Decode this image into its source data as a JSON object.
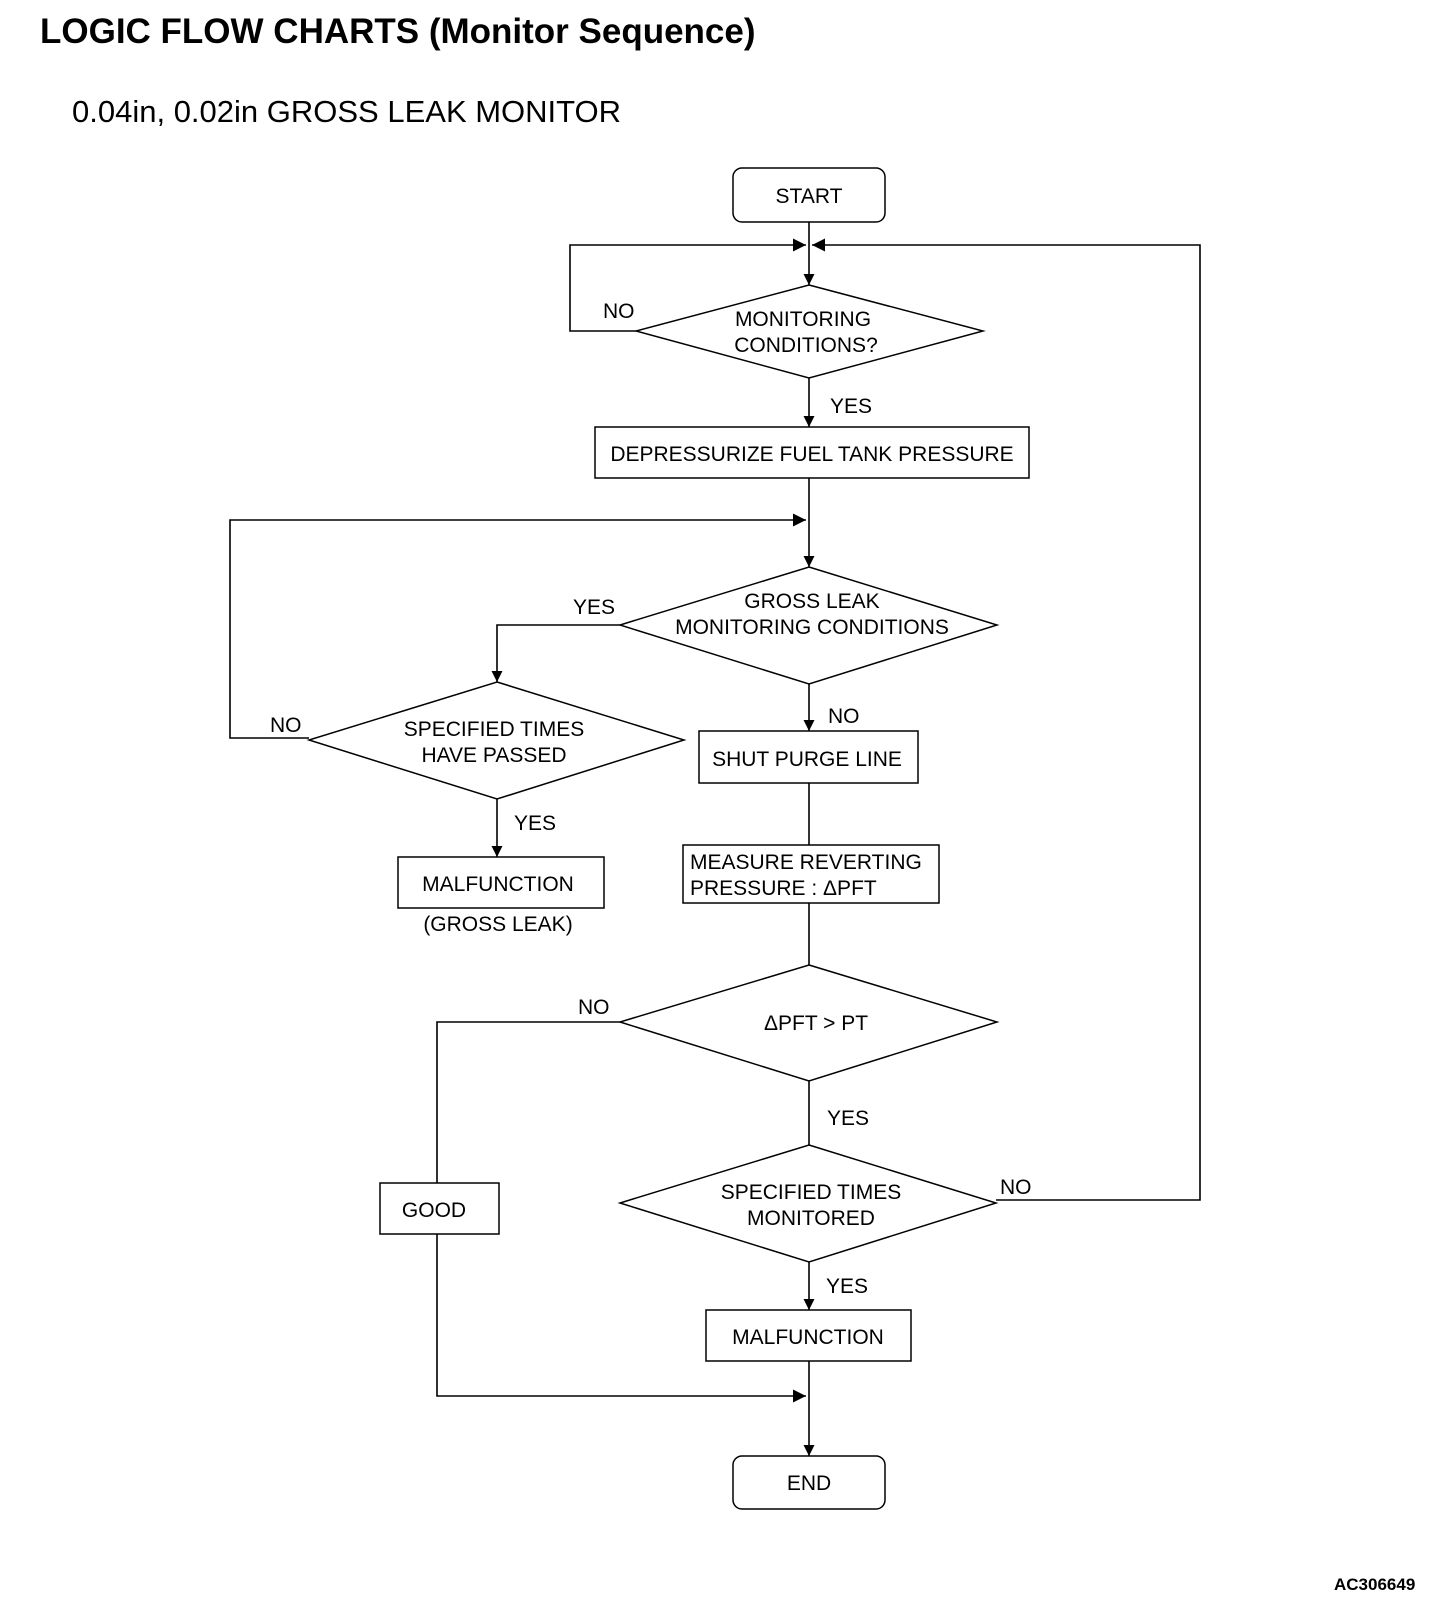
{
  "header": {
    "title": "LOGIC FLOW CHARTS (Monitor Sequence)",
    "subtitle": "0.04in, 0.02in GROSS LEAK MONITOR",
    "figure_code": "AC306649"
  },
  "nodes": {
    "start": "START",
    "monitoring_conditions": [
      "MONITORING",
      "CONDITIONS?"
    ],
    "depressurize": "DEPRESSURIZE FUEL TANK PRESSURE",
    "gross_leak_conditions": [
      "GROSS LEAK",
      "MONITORING CONDITIONS"
    ],
    "specified_times_passed": [
      "SPECIFIED TIMES",
      "HAVE PASSED"
    ],
    "malfunction_gross": "MALFUNCTION",
    "malfunction_gross_note": "(GROSS LEAK)",
    "shut_purge": "SHUT PURGE LINE",
    "measure_reverting": [
      "MEASURE REVERTING",
      "PRESSURE : ΔPFT"
    ],
    "delta_pft": "ΔPFT > PT",
    "specified_times_monitored": [
      "SPECIFIED TIMES",
      "MONITORED"
    ],
    "malfunction": "MALFUNCTION",
    "good": "GOOD",
    "end": "END"
  },
  "edge_labels": {
    "monitoring_no": "NO",
    "monitoring_yes": "YES",
    "gross_yes": "YES",
    "gross_no": "NO",
    "passed_no": "NO",
    "passed_yes": "YES",
    "delta_no": "NO",
    "delta_yes": "YES",
    "monitored_no": "NO",
    "monitored_yes": "YES"
  }
}
